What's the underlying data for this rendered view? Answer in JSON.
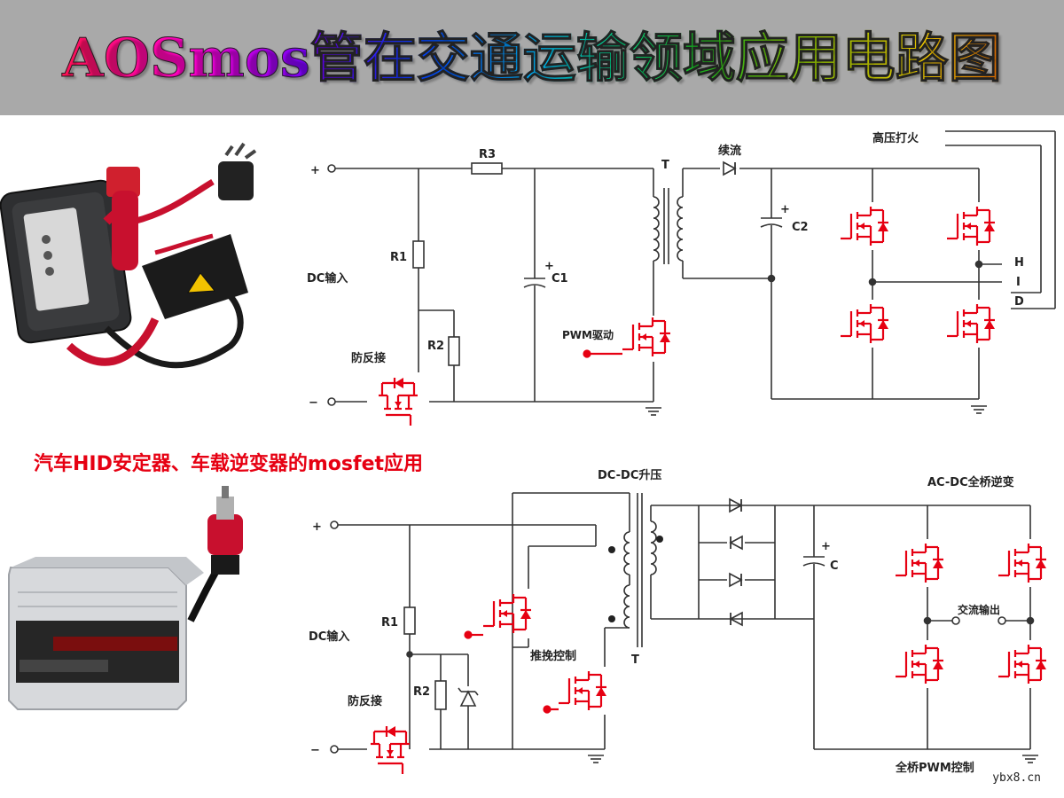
{
  "header": {
    "title": "AOSmos管在交通运输领域应用电路图"
  },
  "caption": "汽车HID安定器、车载逆变器的mosfet应用",
  "colors": {
    "accent_red": "#e60012",
    "header_bg": "#a9a9a9",
    "wire": "#333333"
  },
  "icons": {
    "ballast_product": "hid-ballast-photo-icon",
    "inverter_product": "car-inverter-photo-icon"
  },
  "top_circuit": {
    "plus": "+",
    "minus": "−",
    "dc_input": "DC输入",
    "r1": "R1",
    "r2": "R2",
    "r3": "R3",
    "c1": "C1",
    "c2": "C2",
    "t": "T",
    "freewheel": "续流",
    "hv_ignite": "高压打火",
    "h": "H",
    "i": "I",
    "d": "D",
    "reverse_protect": "防反接",
    "pwm_drive": "PWM驱动"
  },
  "bottom_circuit": {
    "plus": "+",
    "minus": "−",
    "dc_input": "DC输入",
    "dcdc_boost": "DC-DC升压",
    "acdc_bridge": "AC-DC全桥逆变",
    "r1": "R1",
    "r2": "R2",
    "c": "C",
    "t": "T",
    "push_pull": "推挽控制",
    "reverse_protect": "防反接",
    "ac_output": "交流输出",
    "full_bridge_pwm": "全桥PWM控制"
  },
  "watermark": "ybx8.cn"
}
